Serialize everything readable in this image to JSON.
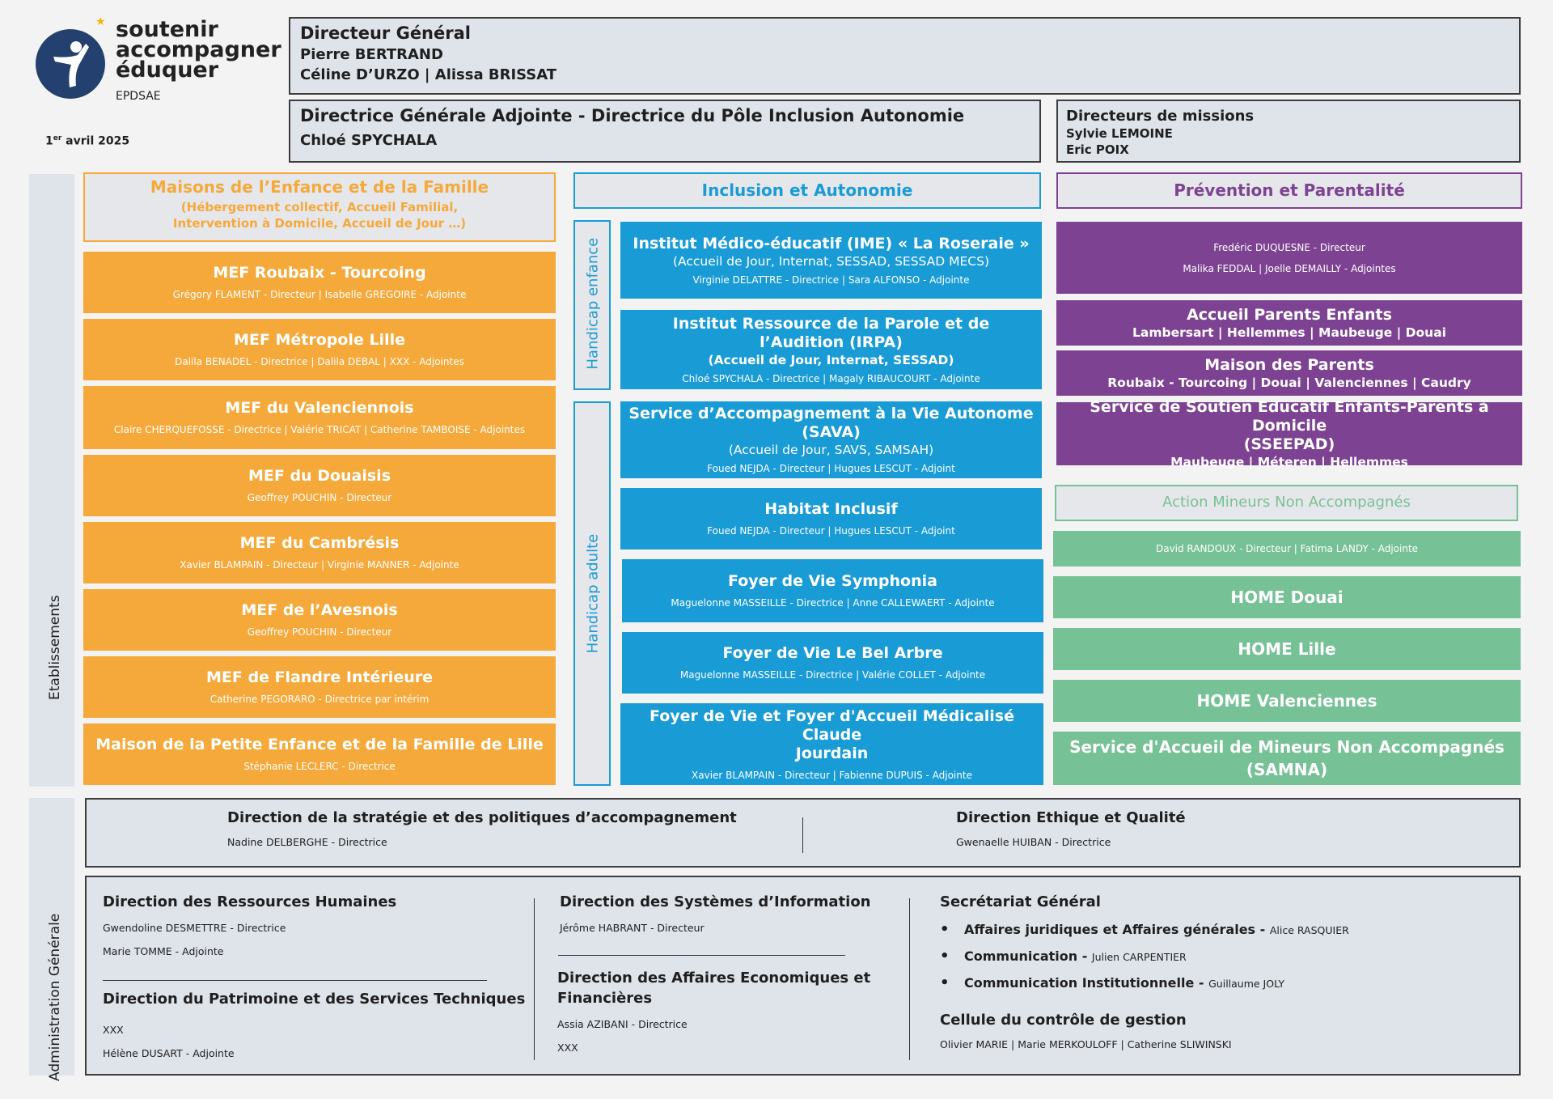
{
  "logo": {
    "line1": "soutenir",
    "line2": "accompagner",
    "line3": "éduquer",
    "acronym": "EPDSAE"
  },
  "date": {
    "day": "1",
    "sup": "er",
    "rest": " avril 2025"
  },
  "dg": {
    "title": "Directeur Général",
    "line1": "Pierre BERTRAND",
    "line2": "Céline D’URZO | Alissa BRISSAT"
  },
  "dga": {
    "title": "Directrice Générale Adjointe - Directrice du Pôle Inclusion Autonomie",
    "name": "Chloé SPYCHALA"
  },
  "missions": {
    "title": "Directeurs de missions",
    "line1": "Sylvie LEMOINE",
    "line2": "Eric POIX"
  },
  "bands": {
    "etablissements": "Etablissements",
    "admin": "Administration Générale"
  },
  "mef": {
    "header_title": "Maisons de l’Enfance et de la Famille",
    "header_sub1": "(Hébergement collectif, Accueil Familial,",
    "header_sub2": "Intervention à Domicile, Accueil de Jour …)",
    "items": [
      {
        "title": "MEF Roubaix - Tourcoing",
        "people": "Grégory FLAMENT - Directeur | Isabelle GREGOIRE - Adjointe"
      },
      {
        "title": "MEF Métropole Lille",
        "people": "Dalila BENADEL - Directrice | Dalila DEBAL | XXX - Adjointes"
      },
      {
        "title": "MEF du Valenciennois",
        "people": "Claire CHERQUEFOSSE - Directrice | Valérie TRICAT | Catherine TAMBOISE - Adjointes"
      },
      {
        "title": "MEF du Douaisis",
        "people": "Geoffrey POUCHIN - Directeur"
      },
      {
        "title": "MEF du Cambrésis",
        "people": "Xavier BLAMPAIN - Directeur | Virginie MANNER - Adjointe"
      },
      {
        "title": "MEF de l’Avesnois",
        "people": "Geoffrey POUCHIN - Directeur"
      },
      {
        "title": "MEF de Flandre Intérieure",
        "people": "Catherine PEGORARO - Directrice par intérim"
      },
      {
        "title": "Maison de la Petite Enfance et de la Famille de Lille",
        "people": "Stéphanie LECLERC - Directrice"
      }
    ]
  },
  "inclusion": {
    "header": "Inclusion et Autonomie",
    "label_enfance": "Handicap enfance",
    "label_adulte": "Handicap adulte",
    "ime": {
      "title": "Institut Médico-éducatif (IME) « La Roseraie »",
      "sub": "(Accueil de Jour, Internat, SESSAD, SESSAD MECS)",
      "people": "Virginie DELATTRE - Directrice | Sara ALFONSO - Adjointe"
    },
    "irpa": {
      "title": "Institut Ressource de la Parole et de l’Audition (IRPA)",
      "sub": "(Accueil de Jour, Internat, SESSAD)",
      "people": "Chloé SPYCHALA - Directrice | Magaly RIBAUCOURT - Adjointe"
    },
    "sava": {
      "title": "Service d’Accompagnement à la Vie Autonome (SAVA)",
      "sub": "(Accueil de Jour, SAVS, SAMSAH)",
      "people": "Foued NEJDA - Directeur | Hugues LESCUT - Adjoint"
    },
    "habitat": {
      "title": "Habitat Inclusif",
      "people": "Foued NEJDA - Directeur | Hugues LESCUT - Adjoint"
    },
    "symphonia": {
      "title": "Foyer de Vie Symphonia",
      "people": "Maguelonne MASSEILLE - Directrice | Anne CALLEWAERT - Adjointe"
    },
    "belarbre": {
      "title": "Foyer de Vie Le Bel Arbre",
      "people": "Maguelonne MASSEILLE - Directrice | Valérie COLLET - Adjointe"
    },
    "jourdain": {
      "title1": "Foyer de Vie et Foyer d'Accueil Médicalisé Claude",
      "title2": "Jourdain",
      "people": "Xavier BLAMPAIN - Directeur | Fabienne DUPUIS - Adjointe"
    }
  },
  "prevention": {
    "header": "Prévention et Parentalité",
    "lead1": "Fredéric DUQUESNE - Directeur",
    "lead2": "Malika FEDDAL | Joelle DEMAILLY - Adjointes",
    "ape": {
      "title": "Accueil Parents Enfants",
      "sub": "Lambersart | Hellemmes | Maubeuge | Douai"
    },
    "mdp": {
      "title": "Maison des Parents",
      "sub": "Roubaix - Tourcoing | Douai | Valenciennes | Caudry"
    },
    "sseepad": {
      "title1": "Service de Soutien Educatif Enfants-Parents à Domicile",
      "title2": "(SSEEPAD)",
      "sub": "Maubeuge | Méteren | Hellemmes"
    }
  },
  "mna": {
    "header": "Action Mineurs Non Accompagnés",
    "lead": "David RANDOUX - Directeur | Fatima LANDY - Adjointe",
    "items": [
      "HOME Douai",
      "HOME Lille",
      "HOME Valenciennes"
    ],
    "samna1": "Service d'Accueil de Mineurs Non Accompagnés",
    "samna2": "(SAMNA)"
  },
  "admin_top": {
    "strat_title": "Direction de la stratégie et des politiques d’accompagnement",
    "strat_people": "Nadine DELBERGHE - Directrice",
    "ethique_title": "Direction Ethique et Qualité",
    "ethique_people": "Gwenaelle HUIBAN - Directrice"
  },
  "admin_bottom": {
    "rh_title": "Direction des Ressources Humaines",
    "rh_p1": "Gwendoline DESMETTRE - Directrice",
    "rh_p2": "Marie TOMME - Adjointe",
    "pat_title": "Direction du Patrimoine et des Services Techniques",
    "pat_p1": "XXX",
    "pat_p2": "Hélène DUSART - Adjointe",
    "si_title": "Direction des Systèmes d’Information",
    "si_p1": "Jérôme HABRANT - Directeur",
    "daef_title1": "Direction des Affaires Economiques et",
    "daef_title2": "Financières",
    "daef_p1": "Assia AZIBANI - Directrice",
    "daef_p2": "XXX",
    "sg_title": "Secrétariat Général",
    "sg_items": [
      {
        "label": "Affaires juridiques et Affaires générales - ",
        "person": "Alice RASQUIER"
      },
      {
        "label": "Communication - ",
        "person": "Julien CARPENTIER"
      },
      {
        "label": "Communication Institutionnelle - ",
        "person": "Guillaume JOLY"
      }
    ],
    "ccg_title": "Cellule du contrôle de gestion",
    "ccg_people": "Olivier MARIE | Marie MERKOULOFF | Catherine SLIWINSKI"
  },
  "colors": {
    "orange": "#f5a93b",
    "blue": "#199bd6",
    "purple": "#7d4392",
    "green": "#77c196",
    "grey": "#dfe3ea",
    "navy": "#23406e"
  }
}
